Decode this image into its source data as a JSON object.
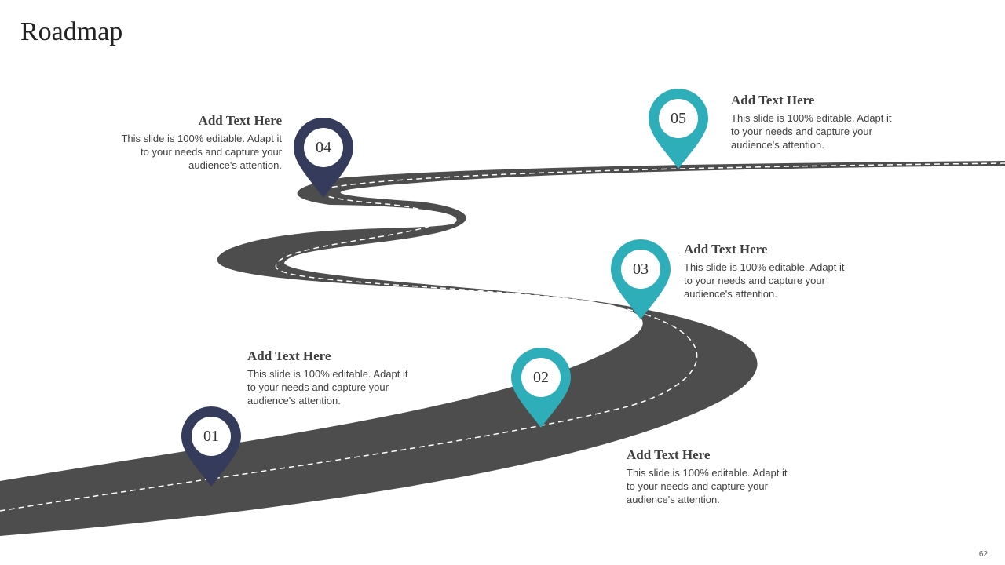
{
  "slide": {
    "title": "Roadmap",
    "page_number": "62"
  },
  "colors": {
    "road": "#4d4d4d",
    "road_dash": "#ffffff",
    "pin_dark": "#343b5b",
    "pin_teal": "#2eaeb8",
    "text": "#404040"
  },
  "milestones": [
    {
      "number": "01",
      "heading": "Add Text Here",
      "body": "This slide is 100% editable. Adapt it to your needs and capture your audience's attention.",
      "pin_color": "dark"
    },
    {
      "number": "02",
      "heading": "Add Text Here",
      "body": "This slide is 100% editable. Adapt it to your needs and capture your audience's attention.",
      "pin_color": "teal"
    },
    {
      "number": "03",
      "heading": "Add Text Here",
      "body": "This slide is 100% editable. Adapt it to your needs and capture your audience's attention.",
      "pin_color": "teal"
    },
    {
      "number": "04",
      "heading": "Add Text Here",
      "body": "This slide is 100% editable. Adapt it to your needs and capture your audience's attention.",
      "pin_color": "dark"
    },
    {
      "number": "05",
      "heading": "Add Text Here",
      "body": "This slide is 100% editable. Adapt it to your needs and capture your audience's attention.",
      "pin_color": "teal"
    }
  ]
}
